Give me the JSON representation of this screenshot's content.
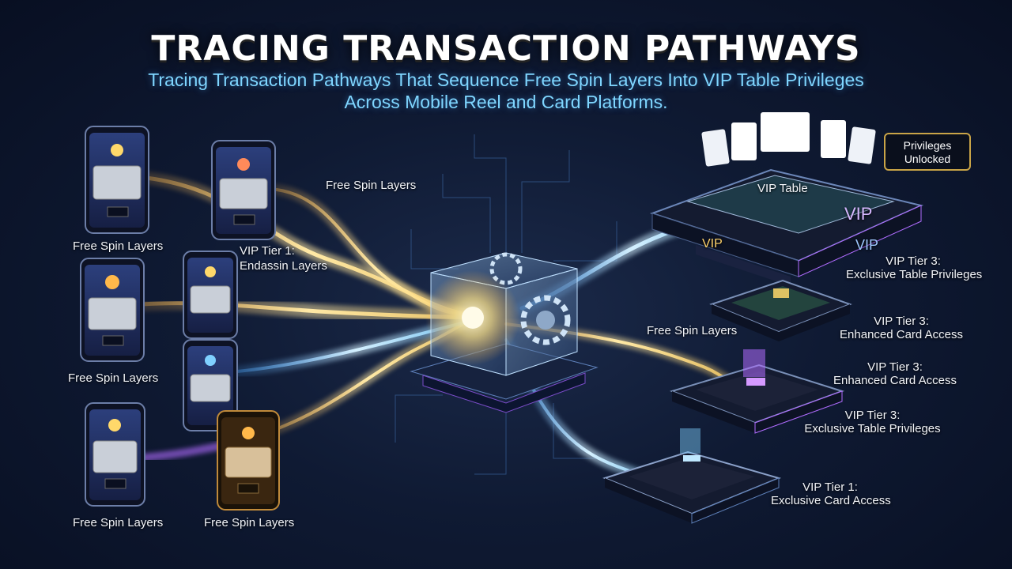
{
  "header": {
    "title": "TRACING TRANSACTION PATHWAYS",
    "subtitle_line1": "Tracing Transaction Pathways That Sequence Free Spin Layers Into VIP Table Privileges",
    "subtitle_line2": "Across Mobile Reel and Card Platforms."
  },
  "left_labels": {
    "free_spin_1": "Free Spin Layers",
    "free_spin_2": "Free Spin Layers",
    "free_spin_3": "Free Spin Layers",
    "free_spin_4": "Free Spin Layers",
    "vip_tier1_line1": "VIP Tier 1:",
    "vip_tier1_line2": "Endassin Layers",
    "flow_top": "Free Spin Layers"
  },
  "right_labels": {
    "vip_table": "VIP Table",
    "vip_sign_1": "VIP",
    "vip_sign_2": "VIP",
    "vip_sign_3": "VIP",
    "badge_line1": "Privileges",
    "badge_line2": "Unlocked",
    "tier3_exclusive_a_line1": "VIP Tier 3:",
    "tier3_exclusive_a_line2": "Exclusive Table Privileges",
    "flow_mid": "Free Spin Layers",
    "tier3_enhanced_a_line1": "VIP Tier 3:",
    "tier3_enhanced_a_line2": "Enhanced Card Access",
    "tier3_enhanced_b_line1": "VIP Tier 3:",
    "tier3_enhanced_b_line2": "Enhanced Card Access",
    "tier3_exclusive_b_line1": "VIP Tier 3:",
    "tier3_exclusive_b_line2": "Exclusive Table Privileges",
    "tier1_card_line1": "VIP Tier 1:",
    "tier1_card_line2": "Exclusive Card Access"
  },
  "colors": {
    "gold_stream": "#ffd36b",
    "blue_stream": "#7fd0ff",
    "purple_accent": "#b06cff",
    "subtitle": "#7fd6ff",
    "badge_border": "#c9a447"
  }
}
